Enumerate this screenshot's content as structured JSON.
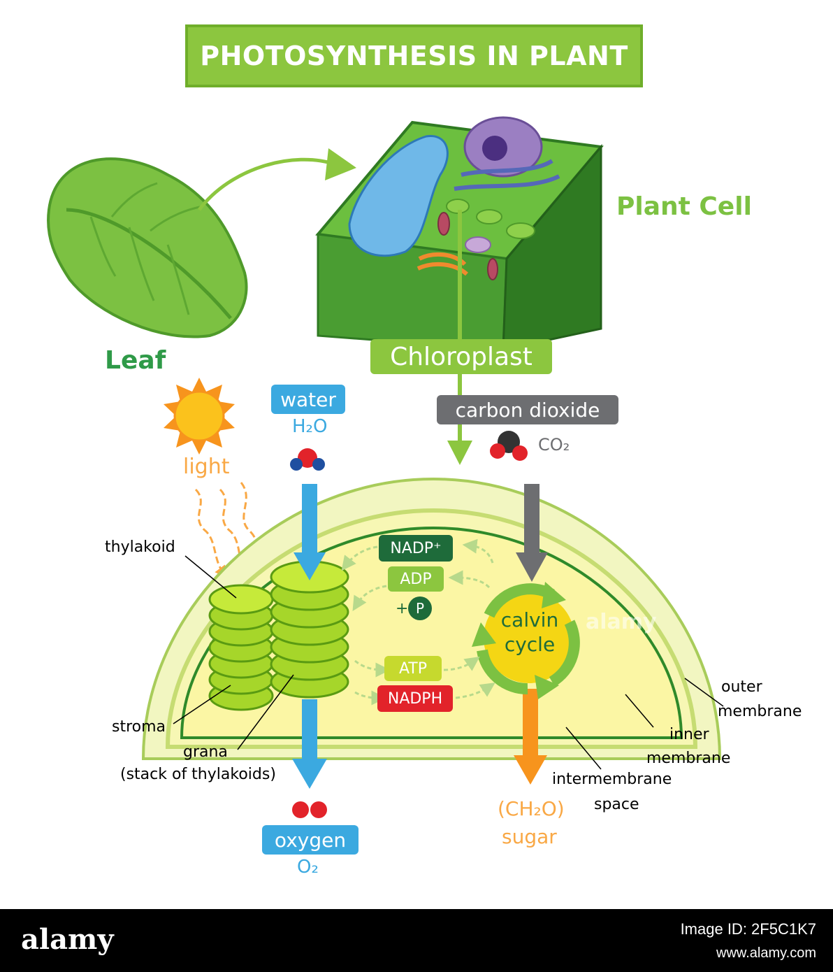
{
  "title": "PHOTOSYNTHESIS IN PLANT",
  "labels": {
    "leaf": "Leaf",
    "plant_cell": "Plant Cell",
    "chloroplast": "Chloroplast",
    "light": "light",
    "water": "water",
    "water_formula": "H₂O",
    "carbon_dioxide": "carbon dioxide",
    "co2_formula": "CO₂",
    "thylakoid": "thylakoid",
    "stroma": "stroma",
    "grana_line1": "grana",
    "grana_line2": "(stack of thylakoids)",
    "nadp_plus": "NADP⁺",
    "adp": "ADP",
    "plus": "+",
    "p": "P",
    "atp": "ATP",
    "nadph": "NADPH",
    "calvin_line1": "calvin",
    "calvin_line2": "cycle",
    "oxygen": "oxygen",
    "oxygen_formula": "O₂",
    "sugar_formula": "(CH₂O)",
    "sugar": "sugar",
    "outer_membrane_1": "outer",
    "outer_membrane_2": "membrane",
    "inner_membrane_1": "inner",
    "inner_membrane_2": "membrane",
    "intermembrane_1": "intermembrane",
    "intermembrane_2": "space"
  },
  "watermark": {
    "logo": "alamy",
    "image_id": "Image ID: 2F5C1K7",
    "url": "www.alamy.com",
    "inline": "alamy"
  },
  "colors": {
    "banner_green": "#8cc63f",
    "leaf_green": "#6dbb3b",
    "water_blue": "#3ba9e0",
    "co2_gray": "#6d6e71",
    "nadp_dark_green": "#1e6b3a",
    "adp_green": "#8cc63f",
    "atp_lime": "#c6d92e",
    "nadph_red": "#e2232a",
    "sugar_orange": "#f7941d",
    "light_orange": "#f9a845"
  }
}
